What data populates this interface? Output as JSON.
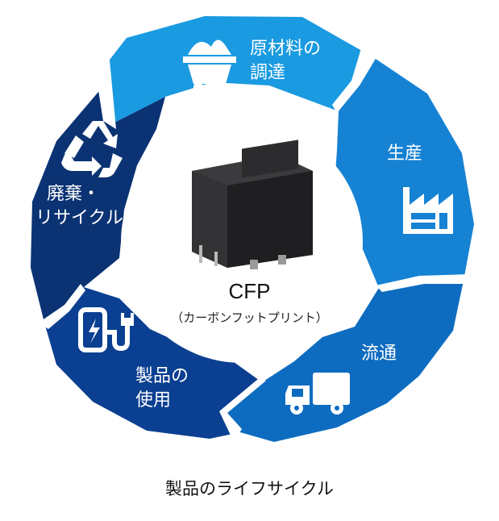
{
  "colors": {
    "light_blue": "#1a9ae0",
    "mid_blue": "#0e6cc0",
    "deep_blue": "#0b3f91",
    "navy": "#0b3374",
    "background": "#ffffff"
  },
  "stages": [
    {
      "line1": "原材料の",
      "line2": "調達",
      "icon": "mine-cart-icon"
    },
    {
      "line1": "生産",
      "line2": "",
      "icon": "factory-icon"
    },
    {
      "line1": "流通",
      "line2": "",
      "icon": "delivery-truck-icon"
    },
    {
      "line1": "製品の",
      "line2": "使用",
      "icon": "ev-charger-icon"
    },
    {
      "line1": "廃棄・",
      "line2": "リサイクル",
      "icon": "recycle-icon"
    }
  ],
  "center": {
    "title": "CFP",
    "subtitle": "（カーボンフットプリント）",
    "image": "relay-product-image"
  },
  "caption": "製品のライフサイクル"
}
